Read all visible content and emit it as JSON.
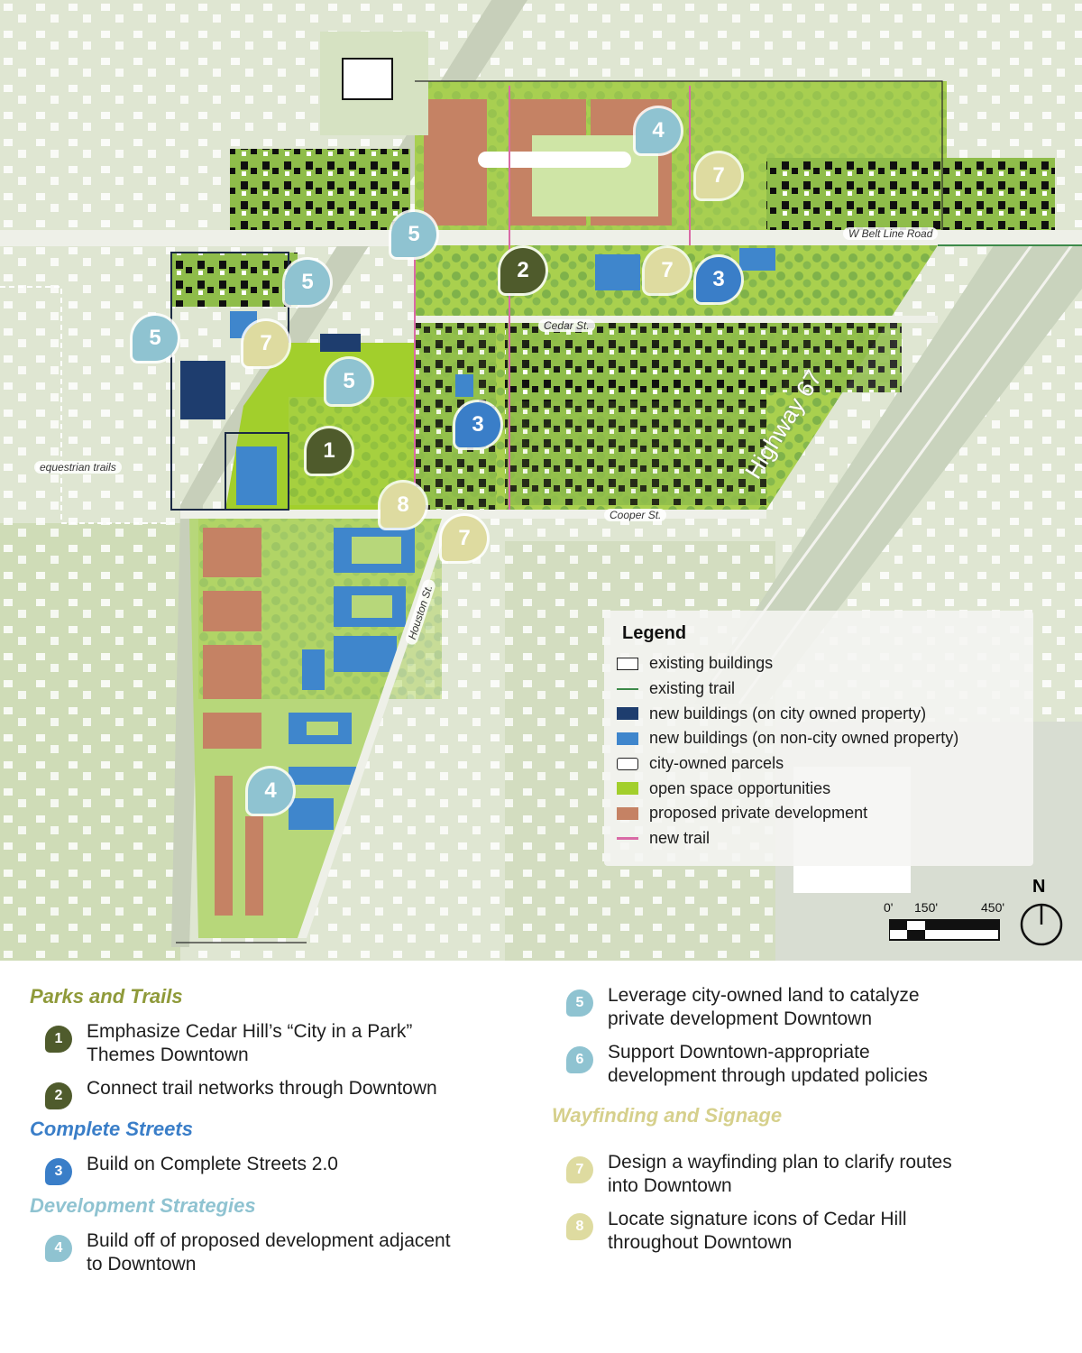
{
  "map": {
    "streets": {
      "belt_line": "W Belt Line Road",
      "cedar": "Cedar St.",
      "cooper": "Cooper St.",
      "houston": "Houston St.",
      "highway": "Highway 67",
      "equestrian": "equestrian trails"
    },
    "markers": [
      {
        "num": "1",
        "category": "parks-and-trails"
      },
      {
        "num": "2",
        "category": "parks-and-trails"
      },
      {
        "num": "3",
        "category": "complete-streets"
      },
      {
        "num": "3",
        "category": "complete-streets"
      },
      {
        "num": "4",
        "category": "development-strategies"
      },
      {
        "num": "4",
        "category": "development-strategies"
      },
      {
        "num": "5",
        "category": "development-strategies"
      },
      {
        "num": "5",
        "category": "development-strategies"
      },
      {
        "num": "5",
        "category": "development-strategies"
      },
      {
        "num": "5",
        "category": "development-strategies"
      },
      {
        "num": "7",
        "category": "wayfinding-and-signage"
      },
      {
        "num": "7",
        "category": "wayfinding-and-signage"
      },
      {
        "num": "7",
        "category": "wayfinding-and-signage"
      },
      {
        "num": "7",
        "category": "wayfinding-and-signage"
      },
      {
        "num": "8",
        "category": "wayfinding-and-signage"
      }
    ]
  },
  "legend": {
    "title": "Legend",
    "items": [
      {
        "label": "existing buildings"
      },
      {
        "label": "existing trail"
      },
      {
        "label": "new buildings (on city owned property)"
      },
      {
        "label": "new buildings (on non-city owned property)"
      },
      {
        "label": "city-owned parcels"
      },
      {
        "label": "open space opportunities"
      },
      {
        "label": "proposed private development"
      },
      {
        "label": "new trail"
      }
    ]
  },
  "scale": {
    "labels": [
      "0'",
      "150'",
      "450'"
    ],
    "north": "N"
  },
  "strategies": {
    "parks": {
      "heading": "Parks and Trails",
      "items": [
        {
          "num": "1",
          "text1": "Emphasize Cedar Hill’s “City in a Park”",
          "text2": "Themes Downtown"
        },
        {
          "num": "2",
          "text1": "Connect trail networks through Downtown"
        }
      ]
    },
    "streets": {
      "heading": "Complete Streets",
      "items": [
        {
          "num": "3",
          "text1": "Build on Complete Streets 2.0"
        }
      ]
    },
    "development": {
      "heading": "Development Strategies",
      "items": [
        {
          "num": "4",
          "text1": "Build off of proposed development adjacent",
          "text2": "to Downtown"
        },
        {
          "num": "5",
          "text1": "Leverage city-owned land to catalyze",
          "text2": "private development Downtown"
        },
        {
          "num": "6",
          "text1": "Support Downtown-appropriate",
          "text2": "development through updated policies"
        }
      ]
    },
    "wayfinding": {
      "heading": "Wayfinding and Signage",
      "items": [
        {
          "num": "7",
          "text1": "Design a wayfinding plan to clarify routes",
          "text2": "into Downtown"
        },
        {
          "num": "8",
          "text1": "Locate signature icons of Cedar Hill",
          "text2": "throughout Downtown"
        }
      ]
    }
  },
  "colors": {
    "olive": "#4f5b2c",
    "complete_streets_blue": "#3a7ec8",
    "development_light_blue": "#8fc3d1",
    "wayfinding_yellow": "#dedba0",
    "parks_heading": "#8f9a3a",
    "streets_heading": "#3a7ec8",
    "development_heading": "#8fc3d1",
    "wayfinding_heading": "#d6d08c",
    "open_space_green": "#a2cf2c",
    "proposed_private": "#c58264",
    "new_trail_pink": "#d96aa6",
    "city_building_navy": "#1e3d6e",
    "noncity_building_blue": "#3f86cc"
  }
}
